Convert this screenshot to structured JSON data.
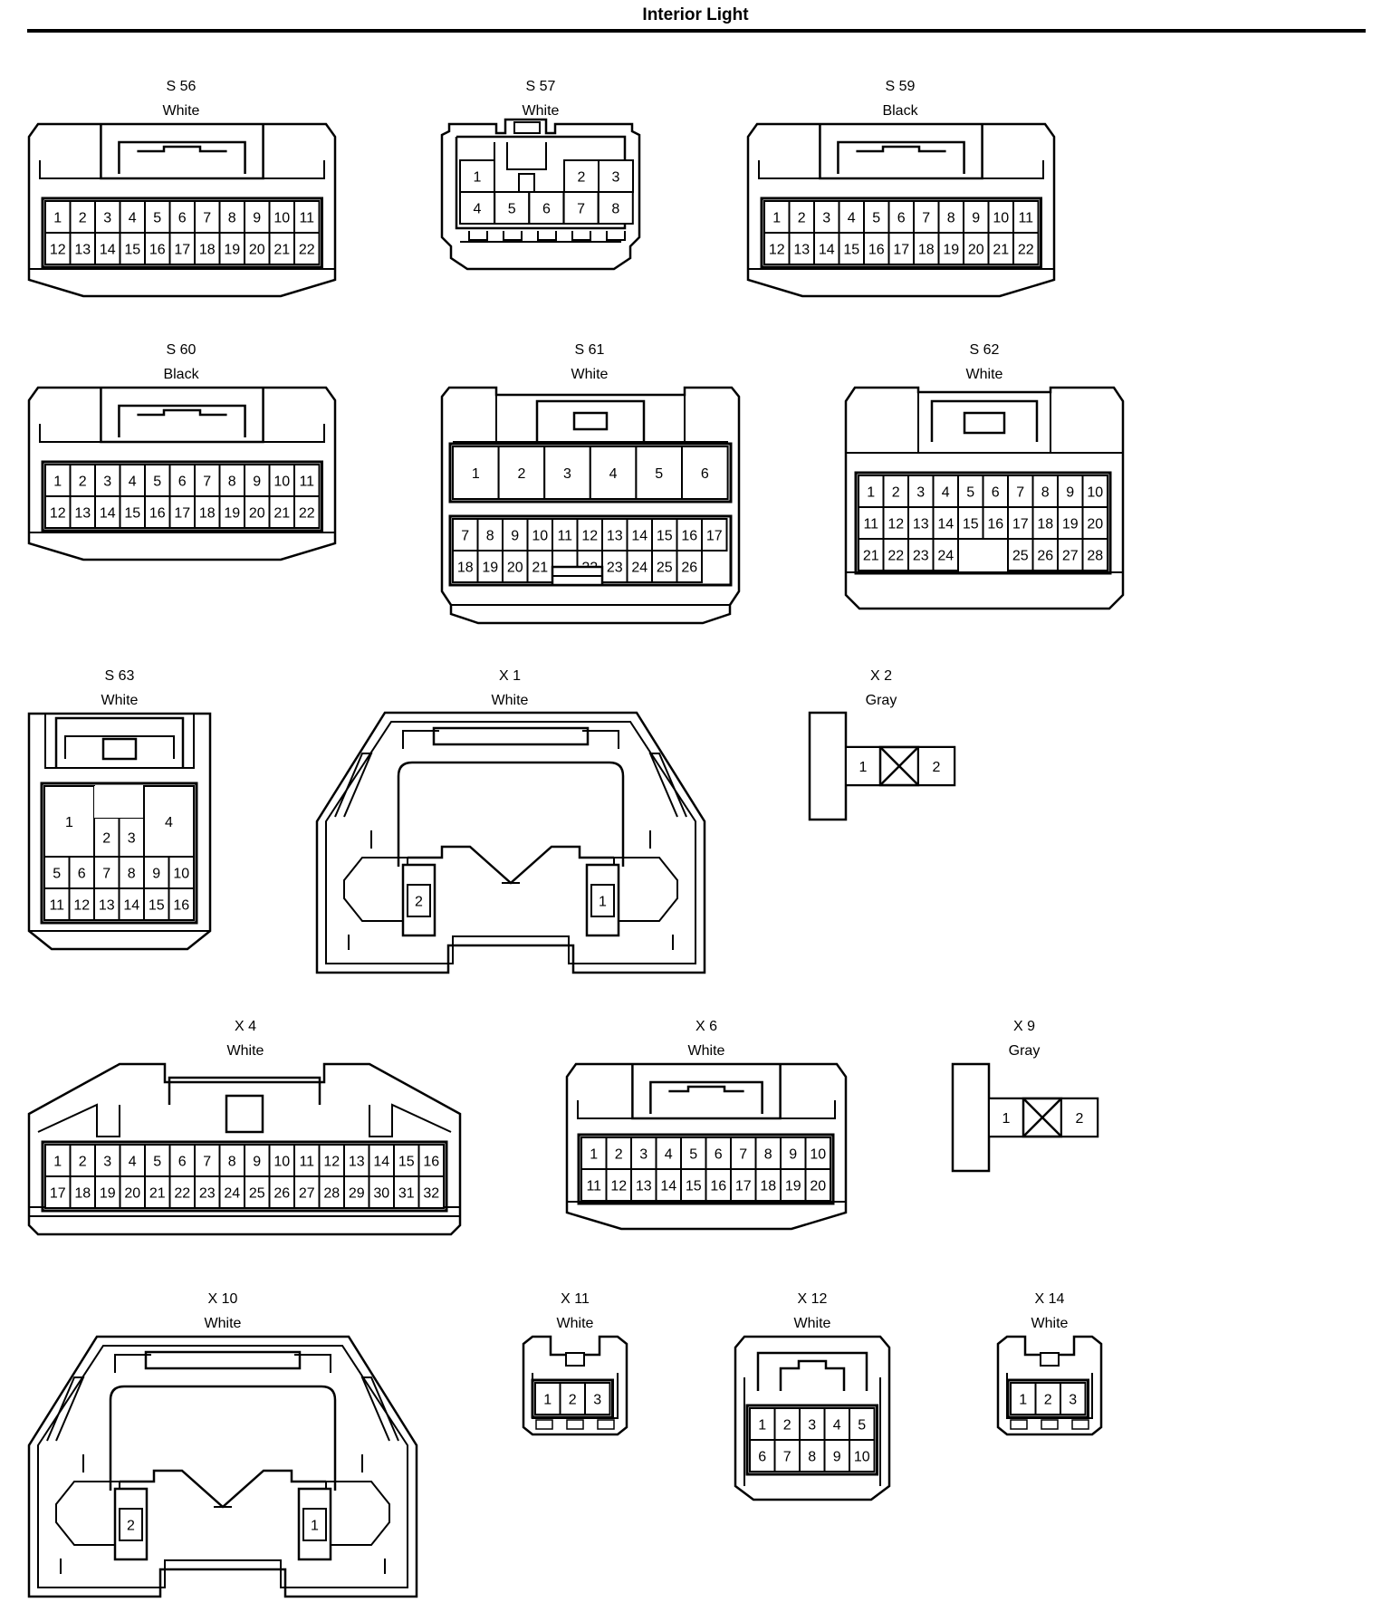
{
  "page": {
    "title": "Interior Light"
  },
  "connectors": [
    {
      "id": "S 56",
      "color": "White",
      "shape": "grid",
      "pins": [
        [
          "1",
          "2",
          "3",
          "4",
          "5",
          "6",
          "7",
          "8",
          "9",
          "10",
          "11"
        ],
        [
          "12",
          "13",
          "14",
          "15",
          "16",
          "17",
          "18",
          "19",
          "20",
          "21",
          "22"
        ]
      ]
    },
    {
      "id": "S 57",
      "color": "White",
      "shape": "small8",
      "pins": [
        [
          "1",
          "",
          "2",
          "3"
        ],
        [
          "4",
          "5",
          "6",
          "7",
          "8"
        ]
      ]
    },
    {
      "id": "S 59",
      "color": "Black",
      "shape": "grid",
      "pins": [
        [
          "1",
          "2",
          "3",
          "4",
          "5",
          "6",
          "7",
          "8",
          "9",
          "10",
          "11"
        ],
        [
          "12",
          "13",
          "14",
          "15",
          "16",
          "17",
          "18",
          "19",
          "20",
          "21",
          "22"
        ]
      ]
    },
    {
      "id": "S 60",
      "color": "Black",
      "shape": "grid",
      "pins": [
        [
          "1",
          "2",
          "3",
          "4",
          "5",
          "6",
          "7",
          "8",
          "9",
          "10",
          "11"
        ],
        [
          "12",
          "13",
          "14",
          "15",
          "16",
          "17",
          "18",
          "19",
          "20",
          "21",
          "22"
        ]
      ]
    },
    {
      "id": "S 61",
      "color": "White",
      "shape": "s61",
      "pins": [
        [
          "1",
          "2",
          "3",
          "4",
          "5",
          "6"
        ],
        [
          "7",
          "8",
          "9",
          "10",
          "11",
          "12",
          "13",
          "14",
          "15",
          "16",
          "17"
        ],
        [
          "18",
          "19",
          "20",
          "21",
          "",
          "22",
          "23",
          "24",
          "25",
          "26"
        ]
      ]
    },
    {
      "id": "S 62",
      "color": "White",
      "shape": "grid",
      "pins": [
        [
          "1",
          "2",
          "3",
          "4",
          "5",
          "6",
          "7",
          "8",
          "9",
          "10"
        ],
        [
          "11",
          "12",
          "13",
          "14",
          "15",
          "16",
          "17",
          "18",
          "19",
          "20"
        ],
        [
          "21",
          "22",
          "23",
          "24",
          "",
          "",
          "25",
          "26",
          "27",
          "28"
        ]
      ]
    },
    {
      "id": "S 63",
      "color": "White",
      "shape": "s63",
      "pins": [
        [
          "1",
          "2",
          "3",
          "4"
        ],
        [
          "5",
          "6",
          "7",
          "8",
          "9",
          "10"
        ],
        [
          "11",
          "12",
          "13",
          "14",
          "15",
          "16"
        ]
      ]
    },
    {
      "id": "X 1",
      "color": "White",
      "shape": "lamp",
      "pins": [
        [
          "2",
          "1"
        ]
      ]
    },
    {
      "id": "X 2",
      "color": "Gray",
      "shape": "tcon",
      "pins": [
        [
          "1",
          "2"
        ]
      ]
    },
    {
      "id": "X 4",
      "color": "White",
      "shape": "grid",
      "pins": [
        [
          "1",
          "2",
          "3",
          "4",
          "5",
          "6",
          "7",
          "8",
          "9",
          "10",
          "11",
          "12",
          "13",
          "14",
          "15",
          "16"
        ],
        [
          "17",
          "18",
          "19",
          "20",
          "21",
          "22",
          "23",
          "24",
          "25",
          "26",
          "27",
          "28",
          "29",
          "30",
          "31",
          "32"
        ]
      ]
    },
    {
      "id": "X 6",
      "color": "White",
      "shape": "grid",
      "pins": [
        [
          "1",
          "2",
          "3",
          "4",
          "5",
          "6",
          "7",
          "8",
          "9",
          "10"
        ],
        [
          "11",
          "12",
          "13",
          "14",
          "15",
          "16",
          "17",
          "18",
          "19",
          "20"
        ]
      ]
    },
    {
      "id": "X 9",
      "color": "Gray",
      "shape": "tcon",
      "pins": [
        [
          "1",
          "2"
        ]
      ]
    },
    {
      "id": "X 10",
      "color": "White",
      "shape": "lamp",
      "pins": [
        [
          "2",
          "1"
        ]
      ]
    },
    {
      "id": "X 11",
      "color": "White",
      "shape": "grid",
      "pins": [
        [
          "1",
          "2",
          "3"
        ]
      ]
    },
    {
      "id": "X 12",
      "color": "White",
      "shape": "grid",
      "pins": [
        [
          "1",
          "2",
          "3",
          "4",
          "5"
        ],
        [
          "6",
          "7",
          "8",
          "9",
          "10"
        ]
      ]
    },
    {
      "id": "X 14",
      "color": "White",
      "shape": "grid",
      "pins": [
        [
          "1",
          "2",
          "3"
        ]
      ]
    }
  ]
}
